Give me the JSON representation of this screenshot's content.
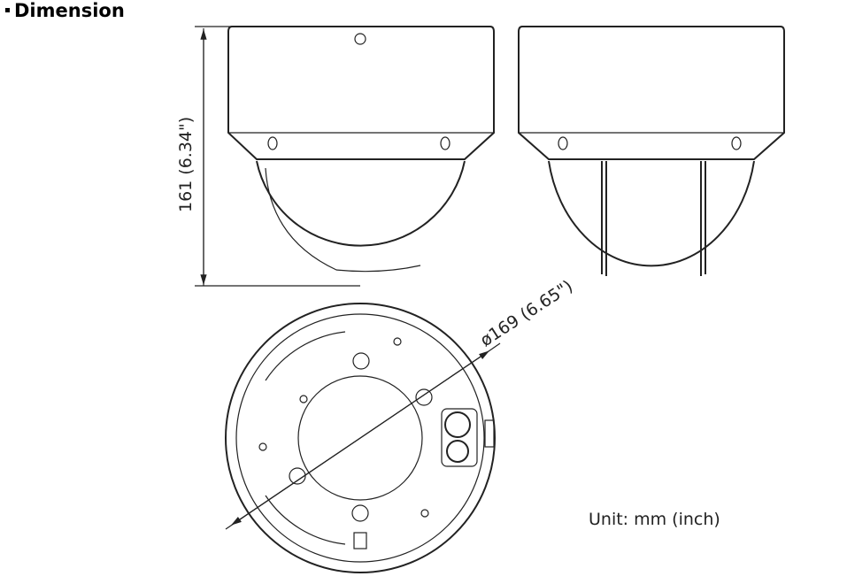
{
  "title": "Dimension",
  "height_label": "161 (6.34\")",
  "diameter_label": "ø169 (6.65\")",
  "unit_label": "Unit: mm (inch)"
}
